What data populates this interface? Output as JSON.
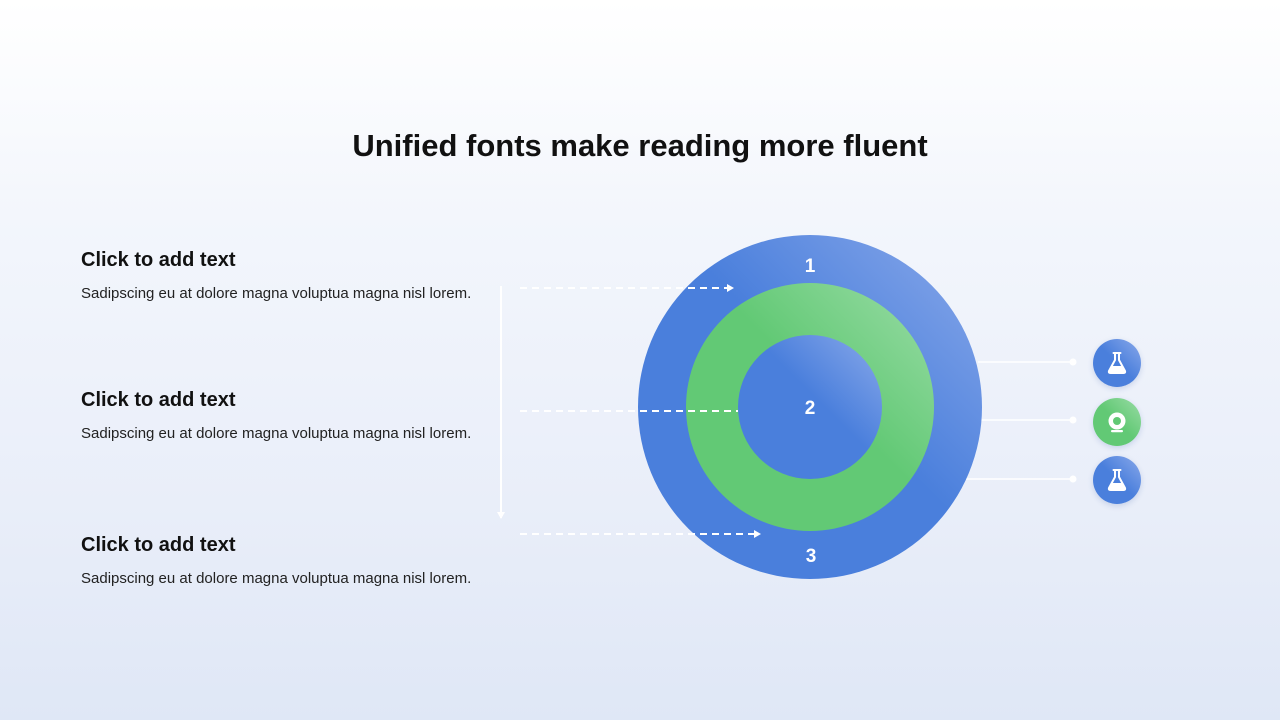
{
  "title": "Unified fonts make reading more fluent",
  "items": [
    {
      "heading": "Click to add text",
      "body": "Sadipscing eu at dolore magna voluptua magna nisl lorem."
    },
    {
      "heading": "Click to add text",
      "body": "Sadipscing eu at dolore magna voluptua magna nisl lorem."
    },
    {
      "heading": "Click to add text",
      "body": "Sadipscing eu at dolore magna voluptua magna nisl lorem."
    }
  ],
  "diagram": {
    "ring_labels": [
      "1",
      "2",
      "3"
    ],
    "colors": {
      "blue": "#4a7fdc",
      "blue_light": "#8aa9ea",
      "green": "#62c975",
      "green_light": "#9adca6"
    }
  },
  "side_icons": [
    {
      "icon": "flask-icon",
      "color": "blue"
    },
    {
      "icon": "ring-icon",
      "color": "green"
    },
    {
      "icon": "flask-icon",
      "color": "blue"
    }
  ]
}
